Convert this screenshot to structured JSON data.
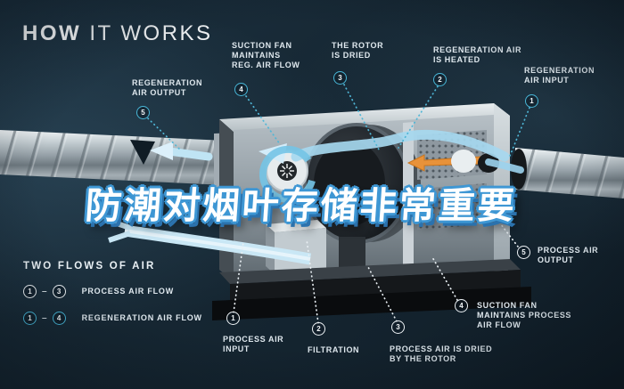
{
  "title": {
    "word_bold": "HOW",
    "word_light": "IT WORKS"
  },
  "overlay": {
    "text": "防潮对烟叶存储非常重要"
  },
  "legend": {
    "title": "TWO FLOWS OF AIR",
    "rows": [
      {
        "from": "1",
        "dash": "–",
        "to": "3",
        "label": "PROCESS AIR FLOW",
        "style": "white"
      },
      {
        "from": "1",
        "dash": "–",
        "to": "4",
        "label": "REGENERATION AIR FLOW",
        "style": "cyan"
      }
    ]
  },
  "callouts": {
    "regen_output": {
      "num": "5",
      "l1": "REGENERATION",
      "l2": "AIR OUTPUT"
    },
    "regen_fan": {
      "num": "4",
      "l1": "SUCTION FAN",
      "l2": "MAINTAINS",
      "l3": "REG. AIR FLOW"
    },
    "rotor_dried": {
      "num": "3",
      "l1": "THE ROTOR",
      "l2": "IS DRIED"
    },
    "regen_heated": {
      "num": "2",
      "l1": "REGENERATION AIR",
      "l2": "IS HEATED"
    },
    "regen_input": {
      "num": "1",
      "l1": "REGENERATION",
      "l2": "AIR INPUT"
    },
    "process_input": {
      "num": "1",
      "l1": "PROCESS AIR",
      "l2": "INPUT"
    },
    "filtration": {
      "num": "2",
      "l1": "FILTRATION"
    },
    "process_dried": {
      "num": "3",
      "l1": "PROCESS AIR IS DRIED",
      "l2": "BY THE ROTOR"
    },
    "process_fan": {
      "num": "4",
      "l1": "SUCTION FAN",
      "l2": "MAINTAINS PROCESS",
      "l3": "AIR FLOW"
    },
    "process_output": {
      "num": "5",
      "l1": "PROCESS AIR",
      "l2": "OUTPUT"
    }
  },
  "colors": {
    "background_navy": "#162733",
    "accent_cyan": "#48b7d8",
    "badge_white": "#eef3f6",
    "label_text": "#dfe8ee",
    "flow_blue": "#a6d8ef",
    "heater_orange": "#e8923a",
    "overlay_fill": "#ffffff",
    "overlay_outline": "#3e97d4"
  }
}
